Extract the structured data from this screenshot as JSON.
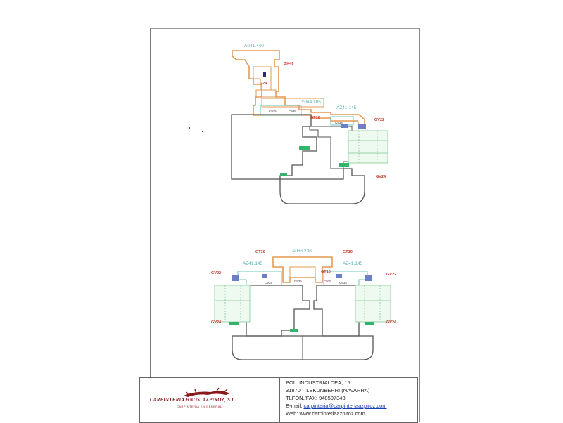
{
  "drawing": {
    "top_section": {
      "profile_labels": [
        "A041.440",
        "Y064.185",
        "AZ41.145"
      ],
      "gasket_labels": [
        "GK49",
        "C224",
        "GT10",
        "GV22",
        "GV24"
      ],
      "small_labels": [
        "C935",
        "C935",
        "C935"
      ]
    },
    "bottom_section": {
      "profile_labels": [
        "A066.236",
        "AZ41.145",
        "AZ41.145"
      ],
      "gasket_labels": [
        "GT30",
        "GT30",
        "GT10",
        "GV22",
        "GV22",
        "GV24",
        "GV24"
      ],
      "small_labels": [
        "C935",
        "C935",
        "C935",
        "C935"
      ]
    }
  },
  "footer": {
    "company_name": "CARPINTERIA HNOS. AZPIROZ, S.L.",
    "tagline": "CARPINTERIA EN GENERAL",
    "address_line1": "POL. INDUSTRIALDEA, 15",
    "address_line2": "31870 – LEKUNBERRI (NAVARRA)",
    "phone": "TLFON./FAX: 948507343",
    "email_label": "E-mail:",
    "email": "carpinteria@carpinteriaazpiroz.com",
    "web_label": "Web:",
    "web": "www.carpinteriaazpiroz.com"
  },
  "colors": {
    "profile_outline": "#e39a53",
    "frame_outline": "#555555",
    "gasket_green": "#35b36b",
    "glass": "#9bd3a8",
    "profile_text": "#5db3b3",
    "gasket_text": "#c0392b",
    "logo_red": "#8a1a1a"
  }
}
